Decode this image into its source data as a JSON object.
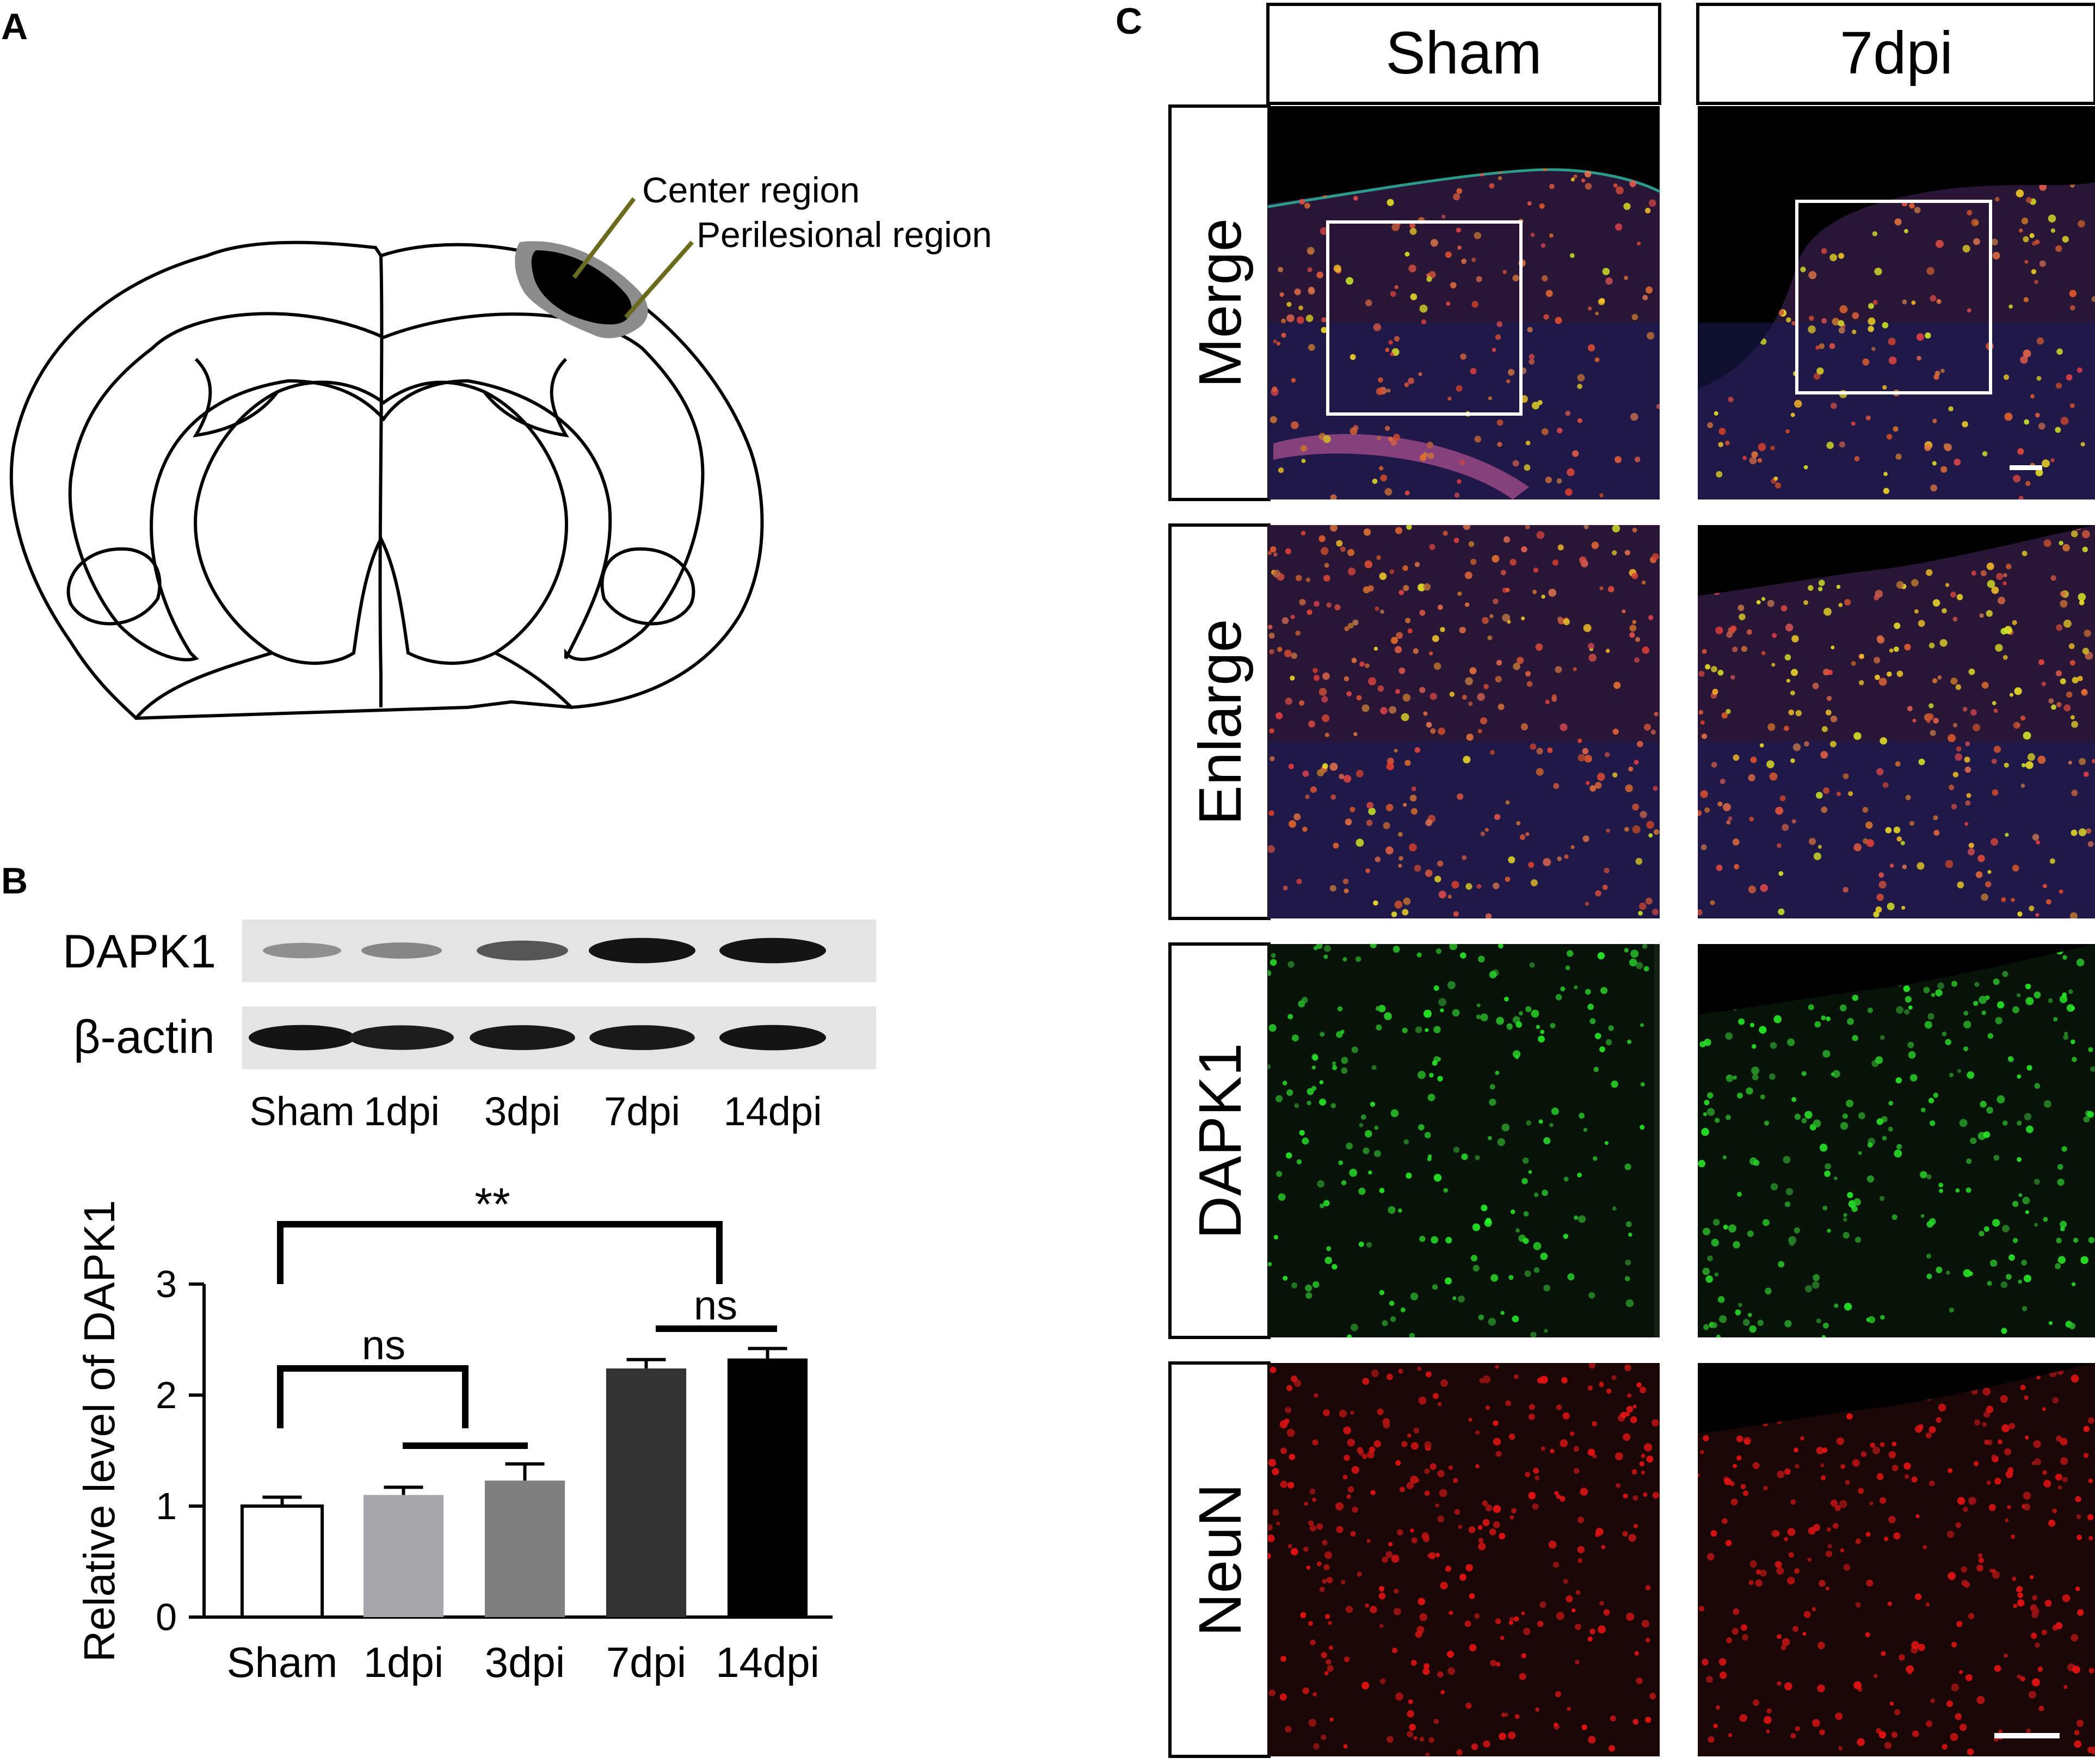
{
  "panels": {
    "a": {
      "letter": "A",
      "labels": {
        "center": "Center region",
        "perilesional": "Perilesional region"
      }
    },
    "b": {
      "letter": "B",
      "blot": {
        "rows": [
          {
            "label": "DAPK1",
            "intensities": [
              0.3,
              0.35,
              0.6,
              0.95,
              0.95
            ]
          },
          {
            "label": "β-actin",
            "intensities": [
              0.95,
              0.9,
              0.92,
              0.92,
              0.95
            ]
          }
        ],
        "lanes": [
          "Sham",
          "1dpi",
          "3dpi",
          "7dpi",
          "14dpi"
        ]
      },
      "significance": {
        "double_star": "**",
        "ns1": "ns",
        "ns2": "ns"
      }
    },
    "c": {
      "letter": "C",
      "columns": [
        "Sham",
        "7dpi"
      ],
      "rows": [
        "Merge",
        "Enlarge",
        "DAPK1",
        "NeuN"
      ]
    }
  },
  "chart_data": {
    "type": "bar",
    "categories": [
      "Sham",
      "1dpi",
      "3dpi",
      "7dpi",
      "14dpi"
    ],
    "values": [
      1.0,
      1.1,
      1.23,
      2.24,
      2.33
    ],
    "errors": [
      0.08,
      0.07,
      0.15,
      0.08,
      0.09
    ],
    "bar_colors": [
      "#ffffff",
      "#a7a7ab",
      "#7f7f7f",
      "#333333",
      "#000000"
    ],
    "ylabel": "Relative level of DAPK1",
    "ylim": [
      0,
      3
    ],
    "yticks": [
      0,
      1,
      2,
      3
    ],
    "grid": false
  }
}
